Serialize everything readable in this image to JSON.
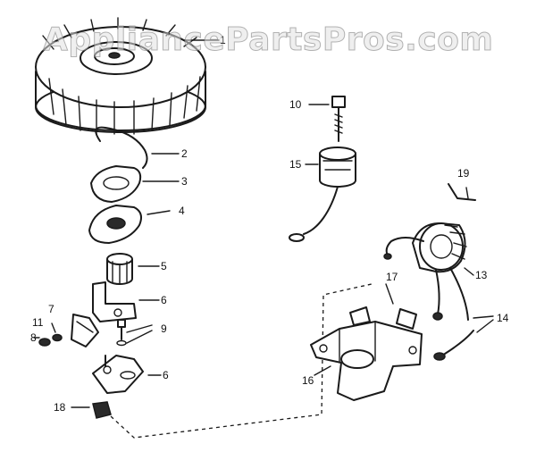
{
  "watermark": "AppliancePartsPros.com",
  "callouts": {
    "c1": "1",
    "c2": "2",
    "c3": "3",
    "c4": "4",
    "c5": "5",
    "c6a": "6",
    "c6b": "6",
    "c7": "7",
    "c8": "8",
    "c9": "9",
    "c10": "10",
    "c11": "11",
    "c13": "13",
    "c14": "14",
    "c15": "15",
    "c16": "16",
    "c17": "17",
    "c18": "18",
    "c19": "19"
  }
}
